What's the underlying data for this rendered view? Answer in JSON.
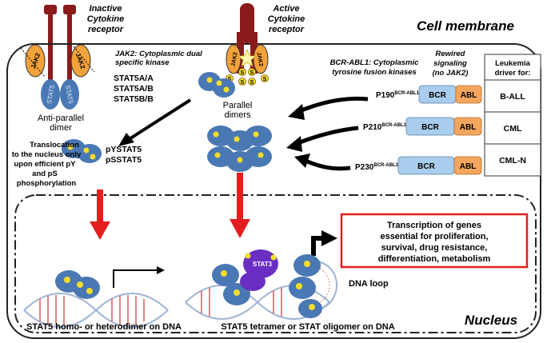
{
  "labels": {
    "inactive_receptor": [
      "Inactive",
      "Cytokine",
      "receptor"
    ],
    "active_receptor": [
      "Active",
      "Cytokine",
      "receptor"
    ],
    "cell_membrane": "Cell membrane",
    "nucleus": "Nucleus",
    "jak2_desc": [
      "JAK2: Cytoplasmic dual",
      "specific kinase"
    ],
    "stat_variants": [
      "STAT5A/A",
      "STAT5A/B",
      "STAT5B/B"
    ],
    "bcr_abl_desc": [
      "BCR-ABL1: Cytoplasmic",
      "tyrosine fusion kinases"
    ],
    "rewired": [
      "Rewired",
      "signaling",
      "(no JAK2)"
    ],
    "leukemia_header": [
      "Leukemia",
      "driver for:"
    ],
    "anti_parallel": [
      "Anti-parallel",
      "dimer"
    ],
    "parallel": [
      "Parallel",
      "dimers"
    ],
    "translocation": [
      "Translocation",
      "to the nucleus only",
      "upon efficient pY",
      "and pS",
      "phosphorylation"
    ],
    "pystat5": "pYSTAT5",
    "psstat5": "pSSTAT5",
    "transcription": [
      "Transcription of genes",
      "essential for proliferation,",
      "survival, drug resistance,",
      "differentiation, metabolism"
    ],
    "dna_loop": "DNA loop",
    "caption_left": "STAT5 homo- or heterodimer on DNA",
    "caption_right": "STAT5 tetramer or STAT oligomer  on DNA",
    "jak2": "JAK2",
    "stat5": "STAT5",
    "stat3": "STAT3",
    "s": "S",
    "bcr": "BCR",
    "abl": "ABL"
  },
  "fusions": [
    {
      "prefix": "P190",
      "sup": "BCR-ABL1",
      "bcr": "BCR",
      "abl": "ABL",
      "leukemia": "B-ALL"
    },
    {
      "prefix": "P210",
      "sup": "BCR-ABL1",
      "bcr": "BCR",
      "abl": "ABL",
      "leukemia": "CML"
    },
    {
      "prefix": "P230",
      "sup": "BCR-ABL1",
      "bcr": "BCR",
      "abl": "ABL",
      "leukemia": "CML-N"
    }
  ],
  "colors": {
    "receptor": "#8b1a1a",
    "receptor_dark": "#5e0f0f",
    "jak2": "#f2a23a",
    "stat5": "#4a78b4",
    "stat5_dark": "#2f5588",
    "phospho": "#f2dc2c",
    "stat3": "#6a2ec2",
    "bcr": "#a9cdec",
    "abl": "#f4a55e",
    "red_arrow": "#e41e1e",
    "red_box": "#e41e1e",
    "dna_strand": "#9fb4d3",
    "dna_rung": "#d45a5a"
  }
}
